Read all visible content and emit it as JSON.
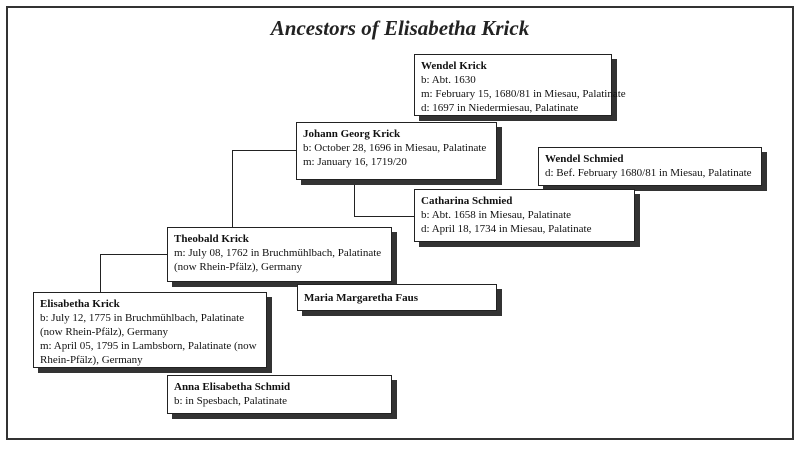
{
  "title": "Ancestors of Elisabetha Krick",
  "people": {
    "wendel_krick": {
      "name": "Wendel Krick",
      "lines": [
        "b: Abt. 1630",
        "m: February 15, 1680/81 in Miesau, Palatinate",
        "d: 1697 in Niedermiesau, Palatinate"
      ]
    },
    "johann_georg_krick": {
      "name": "Johann Georg Krick",
      "lines": [
        "b: October 28, 1696 in Miesau, Palatinate",
        "m: January 16, 1719/20"
      ]
    },
    "wendel_schmied": {
      "name": "Wendel Schmied",
      "lines": [
        "d: Bef. February 1680/81 in Miesau, Palatinate"
      ]
    },
    "catharina_schmied": {
      "name": "Catharina Schmied",
      "lines": [
        "b: Abt. 1658 in Miesau, Palatinate",
        "d: April 18, 1734 in Miesau, Palatinate"
      ]
    },
    "theobald_krick": {
      "name": "Theobald Krick",
      "lines": [
        "m: July 08, 1762 in Bruchmühlbach, Palatinate",
        "(now Rhein-Pfälz), Germany"
      ]
    },
    "maria_margaretha_faus": {
      "name": "Maria Margaretha Faus",
      "lines": []
    },
    "elisabetha_krick": {
      "name": "Elisabetha Krick",
      "lines": [
        "b: July 12, 1775 in Bruchmühlbach, Palatinate",
        "(now Rhein-Pfälz), Germany",
        "m: April 05, 1795 in Lambsborn, Palatinate (now",
        "Rhein-Pfälz), Germany"
      ]
    },
    "anna_elisabetha_schmid": {
      "name": "Anna Elisabetha Schmid",
      "lines": [
        "b: in Spesbach, Palatinate"
      ]
    }
  }
}
